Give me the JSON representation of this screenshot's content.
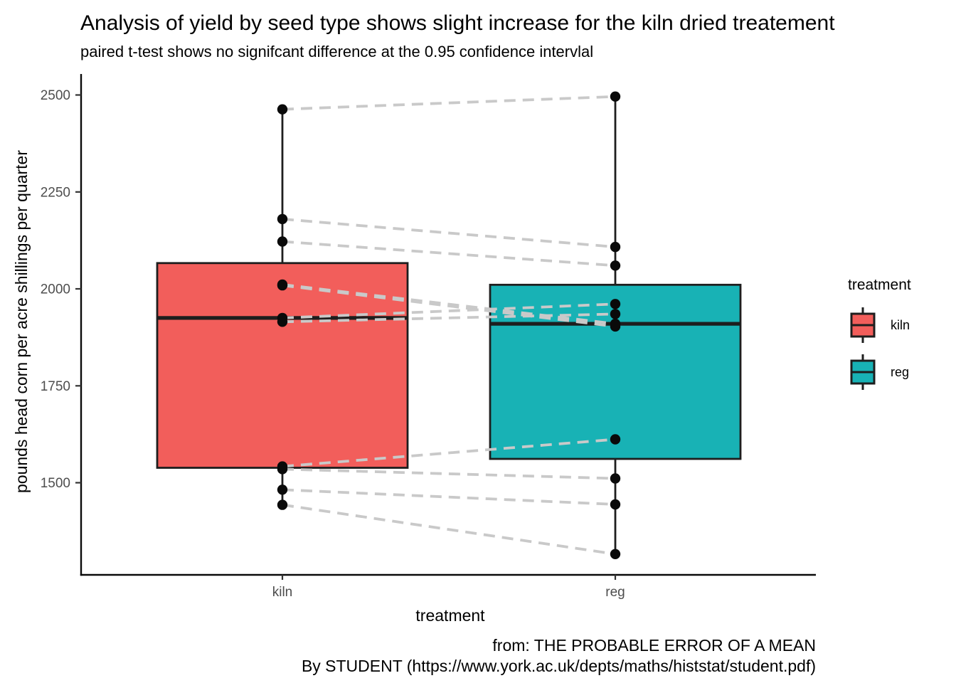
{
  "header": {
    "title": "Analysis of yield by seed type shows slight increase for the kiln dried treatement",
    "subtitle": "paired t-test shows no signifcant difference at the 0.95 confidence intervlal"
  },
  "axes": {
    "x_title": "treatment",
    "y_title": "pounds head corn per acre shillings per quarter"
  },
  "caption": {
    "line1": "from: THE PROBABLE ERROR OF A MEAN",
    "line2": "By STUDENT (https://www.york.ac.uk/depts/maths/histstat/student.pdf)"
  },
  "legend": {
    "title": "treatment",
    "items": [
      {
        "label": "kiln",
        "color": "#F25E5B"
      },
      {
        "label": "reg",
        "color": "#18B2B5"
      }
    ]
  },
  "chart_data": {
    "type": "boxplot",
    "title": "Analysis of yield by seed type shows slight increase for the kiln dried treatement",
    "subtitle": "paired t-test shows no signifcant difference at the 0.95 confidence intervlal",
    "xlabel": "treatment",
    "ylabel": "pounds head corn per acre shillings per quarter",
    "categories": [
      "kiln",
      "reg"
    ],
    "y_ticks": [
      2500,
      2250,
      2000,
      1750,
      1500
    ],
    "ylim": [
      1260,
      2550
    ],
    "grid": false,
    "legend_position": "right",
    "points_overlaid": true,
    "paired_dashed_lines": true,
    "groups": [
      {
        "name": "kiln",
        "color": "#F25E5B",
        "values": [
          2009,
          1915,
          2011,
          2463,
          2180,
          1925,
          2122,
          1482,
          1542,
          1443,
          1535
        ],
        "stats": {
          "whisker_low": 1443,
          "q1": 1538.5,
          "median": 1925,
          "q3": 2066.5,
          "whisker_high": 2463
        }
      },
      {
        "name": "reg",
        "color": "#18B2B5",
        "values": [
          1903,
          1935,
          1910,
          2496,
          2108,
          1961,
          2060,
          1444,
          1612,
          1316,
          1511
        ],
        "stats": {
          "whisker_low": 1316,
          "q1": 1561.5,
          "median": 1910,
          "q3": 2010.5,
          "whisker_high": 2496
        }
      }
    ],
    "pairs_kiln_reg": [
      [
        2009,
        1903
      ],
      [
        1915,
        1935
      ],
      [
        2011,
        1910
      ],
      [
        2463,
        2496
      ],
      [
        2180,
        2108
      ],
      [
        1925,
        1961
      ],
      [
        2122,
        2060
      ],
      [
        1482,
        1444
      ],
      [
        1542,
        1612
      ],
      [
        1443,
        1316
      ],
      [
        1535,
        1511
      ]
    ],
    "style": {
      "box_stroke": "#1E1E1E",
      "point_color": "#0A0A0A",
      "pair_line_color": "#C9C9C9",
      "axis_color": "#0A0A0A",
      "tick_label_color": "#4D4D4D"
    }
  }
}
